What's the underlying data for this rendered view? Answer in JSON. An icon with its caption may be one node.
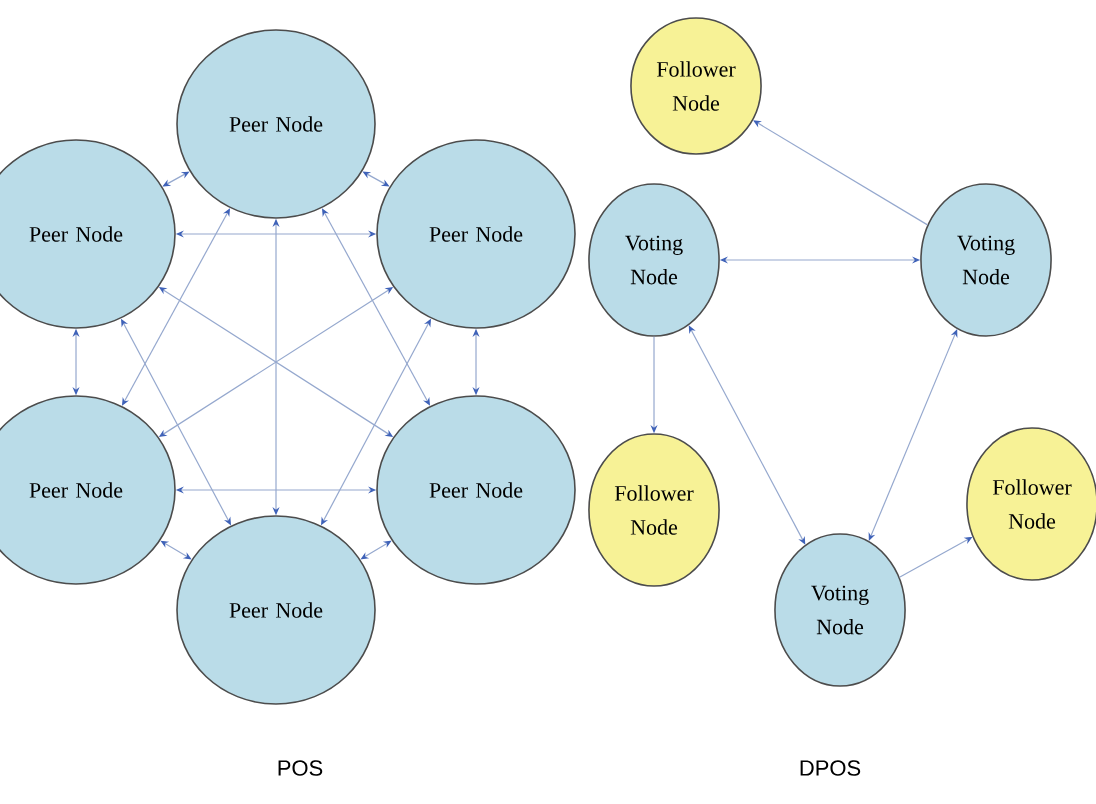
{
  "diagram": {
    "nodes": [
      {
        "text": [
          "Peer Node"
        ]
      },
      {
        "text": [
          "Peer Node"
        ]
      },
      {
        "text": [
          "Peer Node"
        ]
      },
      {
        "text": [
          "Peer Node"
        ]
      },
      {
        "text": [
          "Peer Node"
        ]
      },
      {
        "text": [
          "Peer Node"
        ]
      },
      {
        "text": [
          "Follower Node"
        ]
      },
      {
        "text": [
          "Voting Node"
        ]
      },
      {
        "text": [
          "Voting Node"
        ]
      },
      {
        "text": [
          "Follower Node"
        ]
      },
      {
        "text": [
          "Follower Node"
        ]
      },
      {
        "text": [
          "Voting Node"
        ]
      }
    ],
    "edges": [
      {
        "from": 0,
        "to": 1,
        "arrow": "both"
      },
      {
        "from": 0,
        "to": 2,
        "arrow": "both"
      },
      {
        "from": 1,
        "to": 2,
        "arrow": "both"
      },
      {
        "from": 0,
        "to": 3,
        "arrow": "both"
      },
      {
        "from": 0,
        "to": 4,
        "arrow": "both"
      },
      {
        "from": 0,
        "to": 5,
        "arrow": "both"
      },
      {
        "from": 1,
        "to": 3,
        "arrow": "both"
      },
      {
        "from": 2,
        "to": 4,
        "arrow": "both"
      },
      {
        "from": 1,
        "to": 4,
        "arrow": "both"
      },
      {
        "from": 2,
        "to": 3,
        "arrow": "both"
      },
      {
        "from": 5,
        "to": 1,
        "arrow": "both"
      },
      {
        "from": 5,
        "to": 2,
        "arrow": "both"
      },
      {
        "from": 3,
        "to": 4,
        "arrow": "both"
      },
      {
        "from": 3,
        "to": 5,
        "arrow": "both"
      },
      {
        "from": 4,
        "to": 5,
        "arrow": "both"
      },
      {
        "from": 7,
        "to": 8,
        "arrow": "both"
      },
      {
        "from": 8,
        "to": 6,
        "arrow": "to"
      },
      {
        "from": 7,
        "to": 9,
        "arrow": "to"
      },
      {
        "from": 7,
        "to": 11,
        "arrow": "both"
      },
      {
        "from": 11,
        "to": 8,
        "arrow": "both"
      },
      {
        "from": 11,
        "to": 10,
        "arrow": "to"
      }
    ],
    "labels": [
      "POS",
      "DPOS"
    ]
  }
}
